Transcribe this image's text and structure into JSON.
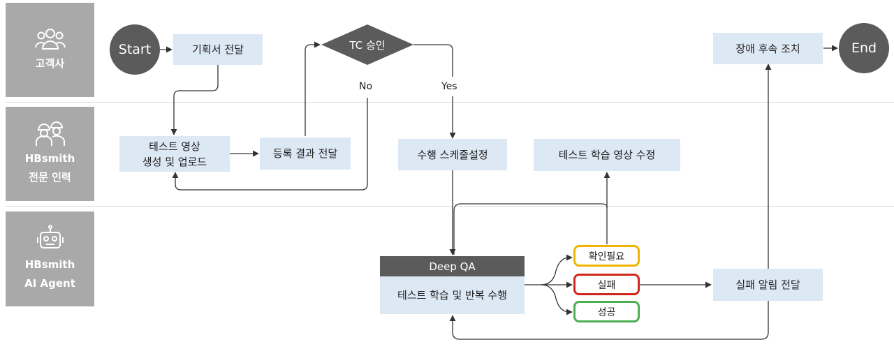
{
  "lanes": [
    {
      "label": "고객사",
      "icon": "people-group-icon"
    },
    {
      "label": "HBsmith\n전문 인력",
      "icon": "workers-hardhat-icon"
    },
    {
      "label": "HBsmith\nAI Agent",
      "icon": "robot-icon"
    }
  ],
  "nodes": {
    "start": "Start",
    "end": "End",
    "plan": "기획서 전달",
    "decision": "TC 승인",
    "no_label": "No",
    "yes_label": "Yes",
    "video": "테스트 영상\n생성 및 업로드",
    "register": "등록 결과 전달",
    "schedule": "수행 스케줄설정",
    "edit_video": "테스트 학습 영상 수정",
    "deepqa_title": "Deep QA",
    "deepqa_body": "테스트 학습 및 반복 수행",
    "check": "확인필요",
    "fail": "실패",
    "success": "성공",
    "fail_notice": "실패 알림 전달",
    "followup": "장애 후속 조치"
  },
  "colors": {
    "lane": "#a9a9a9",
    "box": "#dde8f5",
    "dark": "#5b5b5b",
    "check_border": "#f0b400",
    "fail_border": "#d0281c",
    "success_border": "#4caf50"
  }
}
